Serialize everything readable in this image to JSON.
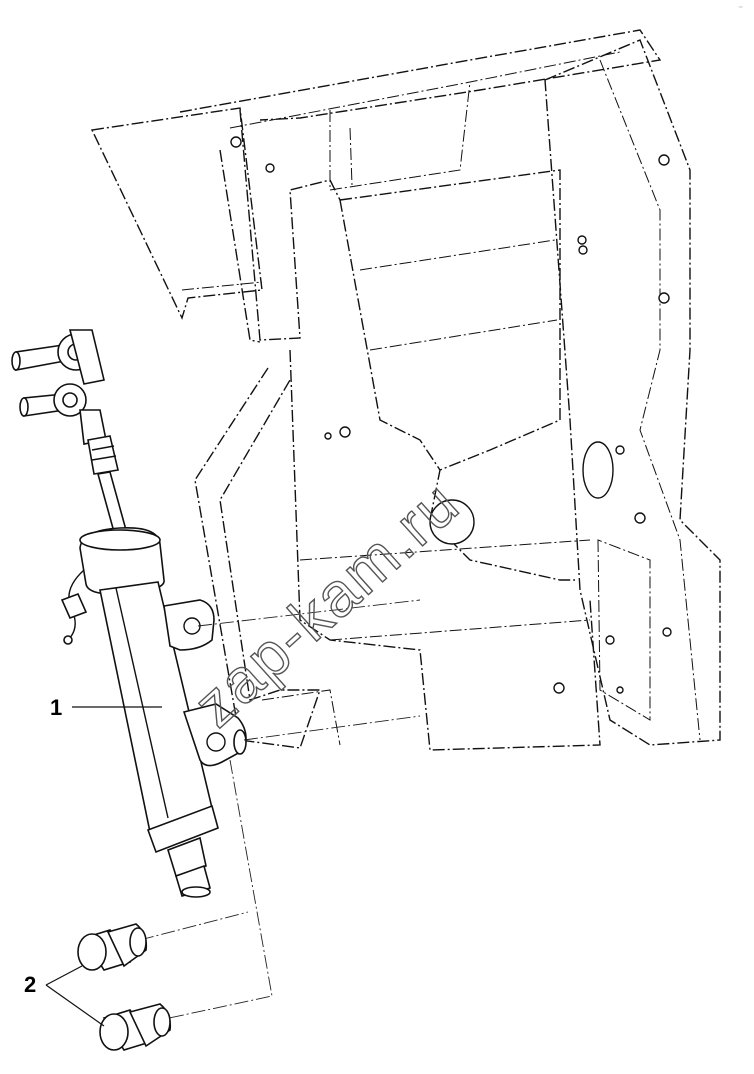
{
  "diagram": {
    "callouts": [
      {
        "label": "1"
      },
      {
        "label": "2"
      }
    ],
    "watermark": "zap-kam.ru",
    "corner_mark": "⁻"
  }
}
